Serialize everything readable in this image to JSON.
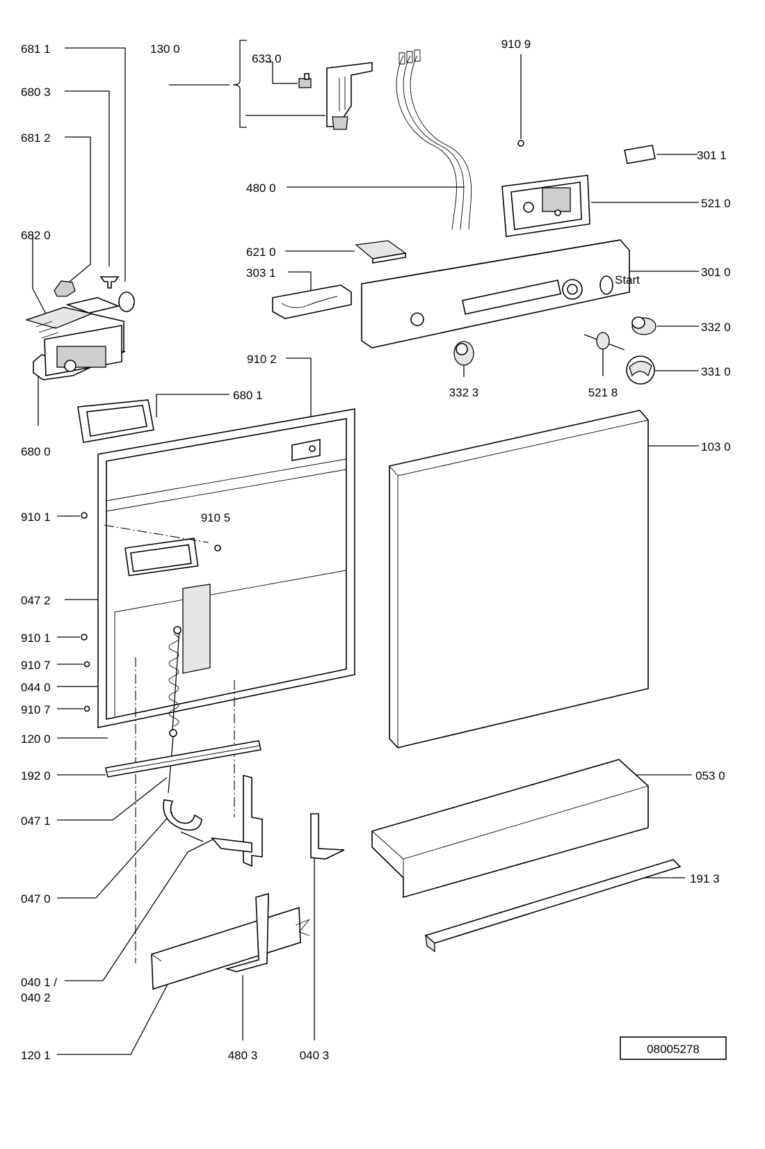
{
  "diagram": {
    "labels": [
      {
        "id": "6811",
        "text": "681 1"
      },
      {
        "id": "1300",
        "text": "130 0"
      },
      {
        "id": "6330",
        "text": "633 0"
      },
      {
        "id": "9109",
        "text": "910 9"
      },
      {
        "id": "6803",
        "text": "680 3"
      },
      {
        "id": "6812",
        "text": "681 2"
      },
      {
        "id": "3011",
        "text": "301 1"
      },
      {
        "id": "4800",
        "text": "480 0"
      },
      {
        "id": "5210",
        "text": "521 0"
      },
      {
        "id": "6820",
        "text": "682 0"
      },
      {
        "id": "6210",
        "text": "621 0"
      },
      {
        "id": "3031",
        "text": "303 1"
      },
      {
        "id": "3010",
        "text": "301 0"
      },
      {
        "id": "3320",
        "text": "332 0"
      },
      {
        "id": "9102",
        "text": "910 2"
      },
      {
        "id": "3310",
        "text": "331 0"
      },
      {
        "id": "3323",
        "text": "332 3"
      },
      {
        "id": "5218",
        "text": "521 8"
      },
      {
        "id": "6801",
        "text": "680 1"
      },
      {
        "id": "6800",
        "text": "680 0"
      },
      {
        "id": "1030",
        "text": "103 0"
      },
      {
        "id": "9101a",
        "text": "910 1"
      },
      {
        "id": "9105",
        "text": "910 5"
      },
      {
        "id": "0472",
        "text": "047 2"
      },
      {
        "id": "9101b",
        "text": "910 1"
      },
      {
        "id": "9107a",
        "text": "910 7"
      },
      {
        "id": "0440",
        "text": "044 0"
      },
      {
        "id": "9107b",
        "text": "910 7"
      },
      {
        "id": "1200",
        "text": "120 0"
      },
      {
        "id": "1920",
        "text": "192 0"
      },
      {
        "id": "0530",
        "text": "053 0"
      },
      {
        "id": "0471",
        "text": "047 1"
      },
      {
        "id": "1913",
        "text": "191 3"
      },
      {
        "id": "0470",
        "text": "047 0"
      },
      {
        "id": "0401a",
        "text": "040 1 /"
      },
      {
        "id": "0401b",
        "text": "040 2"
      },
      {
        "id": "1201",
        "text": "120 1"
      },
      {
        "id": "4803",
        "text": "480 3"
      },
      {
        "id": "0403",
        "text": "040 3"
      }
    ],
    "drawing_number": "08005278",
    "panel_start_text": "Start"
  }
}
